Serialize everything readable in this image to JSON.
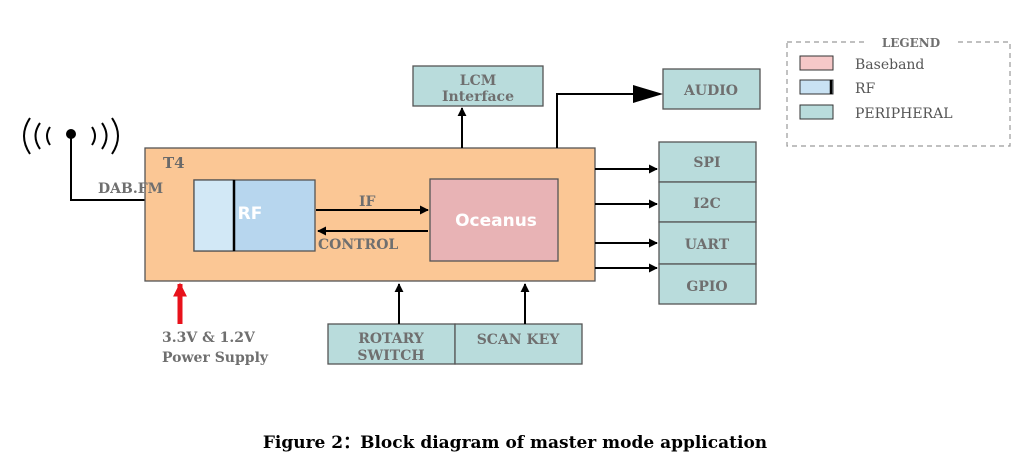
{
  "legend": {
    "title": "LEGEND",
    "items": [
      {
        "label": "Baseband",
        "color": "#f6c8c8"
      },
      {
        "label": "RF",
        "color": "#c9e2f3"
      },
      {
        "label": "PERIPHERAL",
        "color": "#b9dcdc"
      }
    ]
  },
  "chip": {
    "label": "T4",
    "input_label": "DAB.FM",
    "color": "#fbc795",
    "rf": {
      "label": "RF",
      "color": "#b7d6ee"
    },
    "oceanus": {
      "label": "Oceanus",
      "color": "#e8b3b5"
    },
    "if_label": "IF",
    "control_label": "CONTROL"
  },
  "peripherals": {
    "lcm": "LCM Interface",
    "audio": "AUDIO",
    "spi": "SPI",
    "i2c": "I2C",
    "uart": "UART",
    "gpio": "GPIO",
    "rotary": "ROTARY SWITCH",
    "scan_key": "SCAN KEY"
  },
  "power": {
    "line1": "3.3V & 1.2V",
    "line2": "Power Supply",
    "arrow_color": "#e8121b"
  },
  "caption": "Figure 2：Block diagram of master mode application"
}
